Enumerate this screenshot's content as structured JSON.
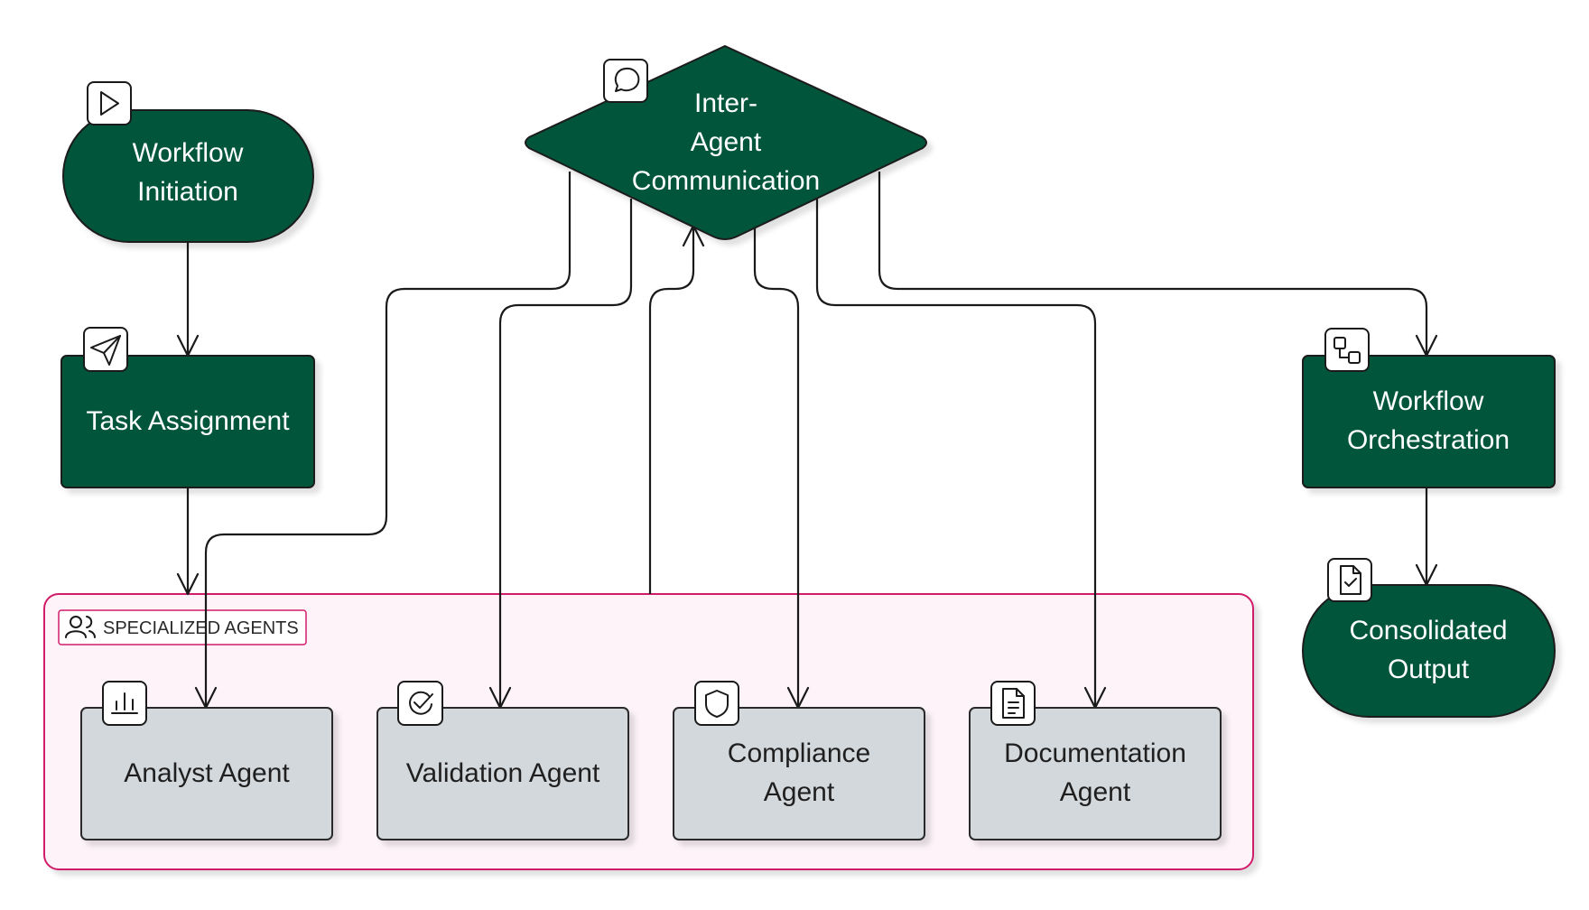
{
  "nodes": {
    "workflow_initiation": {
      "lines": [
        "Workflow",
        "Initiation"
      ],
      "icon": "play-icon"
    },
    "task_assignment": {
      "lines": [
        "Task Assignment"
      ],
      "icon": "send-icon"
    },
    "inter_agent_communication": {
      "lines": [
        "Inter-",
        "Agent",
        "Communication"
      ],
      "icon": "message-circle-icon"
    },
    "workflow_orchestration": {
      "lines": [
        "Workflow",
        "Orchestration"
      ],
      "icon": "workflow-icon"
    },
    "consolidated_output": {
      "lines": [
        "Consolidated",
        "Output"
      ],
      "icon": "file-check-icon"
    }
  },
  "group": {
    "label": "SPECIALIZED AGENTS",
    "icon": "users-icon",
    "agents": [
      {
        "lines": [
          "Analyst Agent"
        ],
        "icon": "bar-chart-icon"
      },
      {
        "lines": [
          "Validation Agent"
        ],
        "icon": "check-circle-icon"
      },
      {
        "lines": [
          "Compliance",
          "Agent"
        ],
        "icon": "shield-icon"
      },
      {
        "lines": [
          "Documentation",
          "Agent"
        ],
        "icon": "file-text-icon"
      }
    ]
  },
  "edges": [
    {
      "from": "Workflow Initiation",
      "to": "Task Assignment"
    },
    {
      "from": "Task Assignment",
      "to": "Specialized Agents"
    },
    {
      "from": "Inter-Agent Communication",
      "to": "Analyst Agent"
    },
    {
      "from": "Inter-Agent Communication",
      "to": "Validation Agent"
    },
    {
      "from": "Specialized Agents",
      "to": "Inter-Agent Communication"
    },
    {
      "from": "Inter-Agent Communication",
      "to": "Compliance Agent"
    },
    {
      "from": "Inter-Agent Communication",
      "to": "Documentation Agent"
    },
    {
      "from": "Inter-Agent Communication",
      "to": "Workflow Orchestration"
    },
    {
      "from": "Workflow Orchestration",
      "to": "Consolidated Output"
    }
  ],
  "colors": {
    "dark_node": "#06543a",
    "agent_node": "#d3d8dc",
    "group_border": "#d11c6b",
    "group_fill": "#fdf3f8"
  }
}
